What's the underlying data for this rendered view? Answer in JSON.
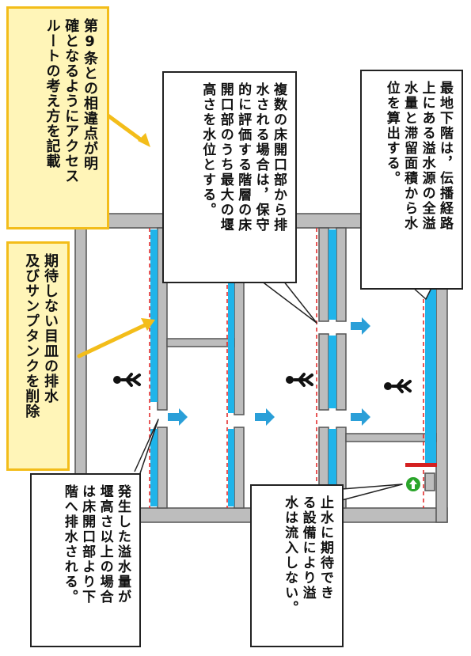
{
  "notes": {
    "yellow_top": "第9条との相違点が明\n確となるようにアクセス\nルートの考え方を記載",
    "yellow_mid": "期待しない目皿の排水\n及びサンプタンクを削除",
    "callout_top_mid": "複数の床開口部から排\n水される場合は，保守\n的に評価する階層の床\n開口部のうち最大の堰\n高さを水位とする。",
    "callout_top_right": "最地下階は，伝播経路\n上にある溢水源の全溢\n水量と滞留面積から水\n位を算出する。",
    "callout_bottom_left": "発生した溢水量が\n堰高さ以上の場合\nは床開口部より下\n階へ排水される。",
    "callout_bottom_mid": "止水に期待でき\nる設備により溢\n水は流入しない。"
  },
  "icons": {
    "person": "walking-person-icon",
    "arrow": "blue-arrow-icon",
    "badge": "green-up-arrow-badge-icon"
  },
  "colors": {
    "wall": "#bdbdbd",
    "wall_edge": "#555555",
    "water": "#1fb4ea",
    "dashed": "#e02020",
    "note_fill": "#fff5b8",
    "note_border": "#f3bd1a",
    "badge": "#2aa52a",
    "red_bar": "#d42020"
  }
}
